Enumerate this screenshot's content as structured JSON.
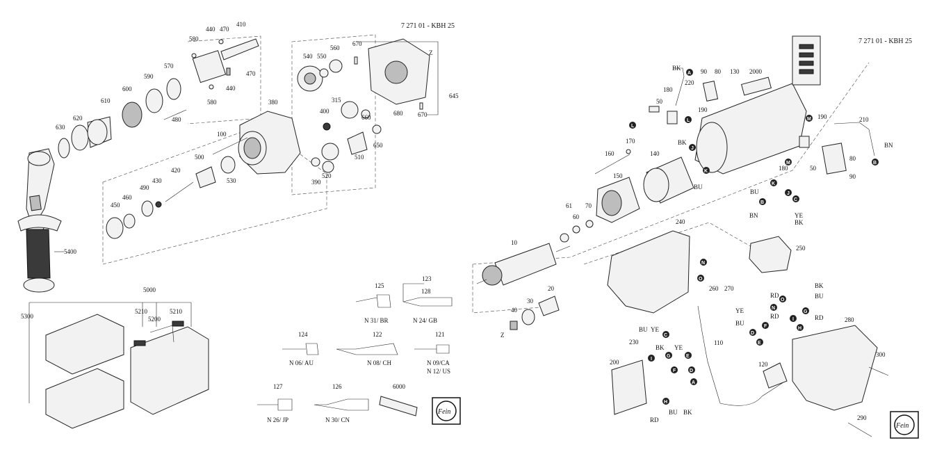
{
  "drawing": {
    "ref_left": "7 271 01 - KBH 25",
    "ref_right": "7 271 01 - KBH 25",
    "logo_text": "Fein"
  },
  "part_numbers": {
    "p410": "410",
    "p440a": "440",
    "p470a": "470",
    "p470b": "470",
    "p440b": "440",
    "p580a": "580",
    "p580b": "580",
    "p570": "570",
    "p590": "590",
    "p600": "600",
    "p610": "610",
    "p620": "620",
    "p630": "630",
    "p480": "480",
    "p380": "380",
    "p100": "100",
    "p500": "500",
    "p530": "530",
    "p420": "420",
    "p430": "430",
    "p490": "490",
    "p460": "460",
    "p450": "450",
    "p5400": "5400",
    "p540": "540",
    "p550": "550",
    "p560": "560",
    "p670a": "670",
    "p670b": "670",
    "p645": "645",
    "p680": "680",
    "p315": "315",
    "p400": "400",
    "p660": "660",
    "p650": "650",
    "p510": "510",
    "p520": "520",
    "p390": "390",
    "p5000": "5000",
    "p5300": "5300",
    "p5210a": "5210",
    "p5210b": "5210",
    "p5200": "5200",
    "p125": "125",
    "p123": "123",
    "p128": "128",
    "p124": "124",
    "p122": "122",
    "p121": "121",
    "p127": "127",
    "p126": "126",
    "p6000": "6000",
    "p90a": "90",
    "p80a": "80",
    "p130": "130",
    "p2000": "2000",
    "p220": "220",
    "p180a": "180",
    "p50a": "50",
    "p190a": "190",
    "p190b": "190",
    "p210": "210",
    "p170": "170",
    "p160": "160",
    "p140": "140",
    "p150": "150",
    "p180b": "180",
    "p50b": "50",
    "p80b": "80",
    "p90b": "90",
    "p61": "61",
    "p60": "60",
    "p70": "70",
    "p10": "10",
    "p20": "20",
    "p30": "30",
    "p40": "40",
    "p240": "240",
    "p250": "250",
    "p260": "260",
    "p270": "270",
    "p110": "110",
    "p120": "120",
    "p280": "280",
    "p300": "300",
    "p290": "290",
    "p230": "230",
    "p200": "200"
  },
  "plug_variants": {
    "br": "N 31/ BR",
    "gb": "N 24/ GB",
    "au": "N 06/ AU",
    "ch": "N 08/ CH",
    "ca": "N 09/CA",
    "us": "N 12/ US",
    "jp": "N 26/ JP",
    "cn": "N 30/ CN"
  },
  "wire_colors": {
    "bk1": "BK",
    "bu1": "BU",
    "bn1": "BN",
    "bk2": "BK",
    "bu2": "BU",
    "bn2": "BN",
    "ye1": "YE",
    "bk3": "BK",
    "bk4": "BK",
    "bu3": "BU",
    "rd1": "RD",
    "ye2": "YE",
    "bu4": "BU",
    "rd2": "RD",
    "bu5": "BU",
    "ye3": "YE",
    "bk5": "BK",
    "ye4": "YE",
    "rd3": "RD",
    "bu6": "BU",
    "bk6": "BK"
  },
  "connectors": {
    "a1": "A",
    "b1": "B",
    "j1": "J",
    "k1": "K",
    "l1": "L",
    "l2": "L",
    "m1": "M",
    "m2": "M",
    "b2": "B",
    "k2": "K",
    "j2": "J",
    "c1": "C",
    "n1": "N",
    "o1": "O",
    "o2": "O",
    "n2": "N",
    "g1": "G",
    "f1": "F",
    "d1": "D",
    "e1": "E",
    "i1": "I",
    "h1": "H",
    "z1": "Z",
    "z2": "Z",
    "c2": "C",
    "i2": "I",
    "g2": "G",
    "e2": "E",
    "f2": "F",
    "d2": "D",
    "a2": "A",
    "h2": "H"
  },
  "colors": {
    "ink": "#222222",
    "paper": "#ffffff"
  }
}
